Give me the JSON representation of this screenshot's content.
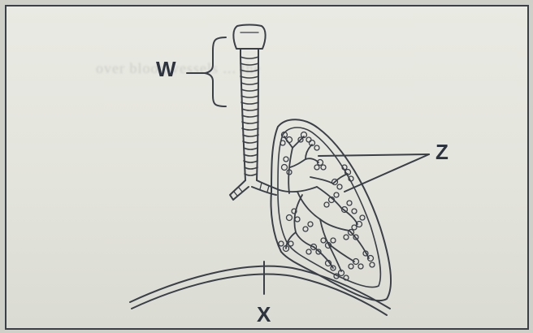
{
  "diagram": {
    "labels": {
      "w": "W",
      "x": "X",
      "z": "Z"
    },
    "bleed_through_text": "over blood vessels ... the"
  },
  "colors": {
    "ink": "#2d3440",
    "paper": "#e6e7df",
    "frame": "#3a3f48"
  }
}
